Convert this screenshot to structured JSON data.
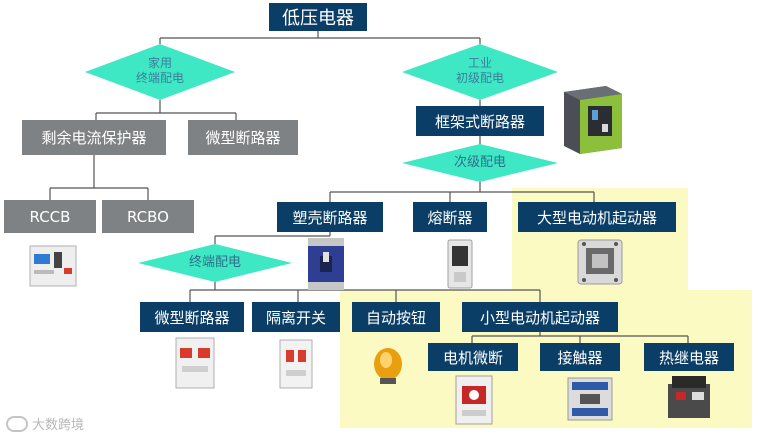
{
  "root": {
    "label": "低压电器"
  },
  "diamonds": {
    "household": {
      "line1": "家用",
      "line2": "终端配电"
    },
    "industrial": {
      "line1": "工业",
      "line2": "初级配电"
    },
    "secondary": {
      "label": "次级配电"
    },
    "terminal": {
      "label": "终端配电"
    }
  },
  "nodes": {
    "rcd": "剩余电流保护器",
    "mcb_home": "微型断路器",
    "rccb": "RCCB",
    "rcbo": "RCBO",
    "acb": "框架式断路器",
    "mccb": "塑壳断路器",
    "fuse": "熔断器",
    "large_motor_starter": "大型电动机起动器",
    "mcb_terminal": "微型断路器",
    "isolator": "隔离开关",
    "push_button": "自动按钮",
    "small_motor_starter": "小型电动机起动器",
    "motor_breaker": "电机微断",
    "contactor": "接触器",
    "thermal_relay": "热继电器"
  },
  "watermark": {
    "text": "大数跨境"
  },
  "colors": {
    "navy": "#0b3e66",
    "gray": "#7f8285",
    "diamond": "#3ee8c4",
    "highlight": "#fafac2"
  }
}
